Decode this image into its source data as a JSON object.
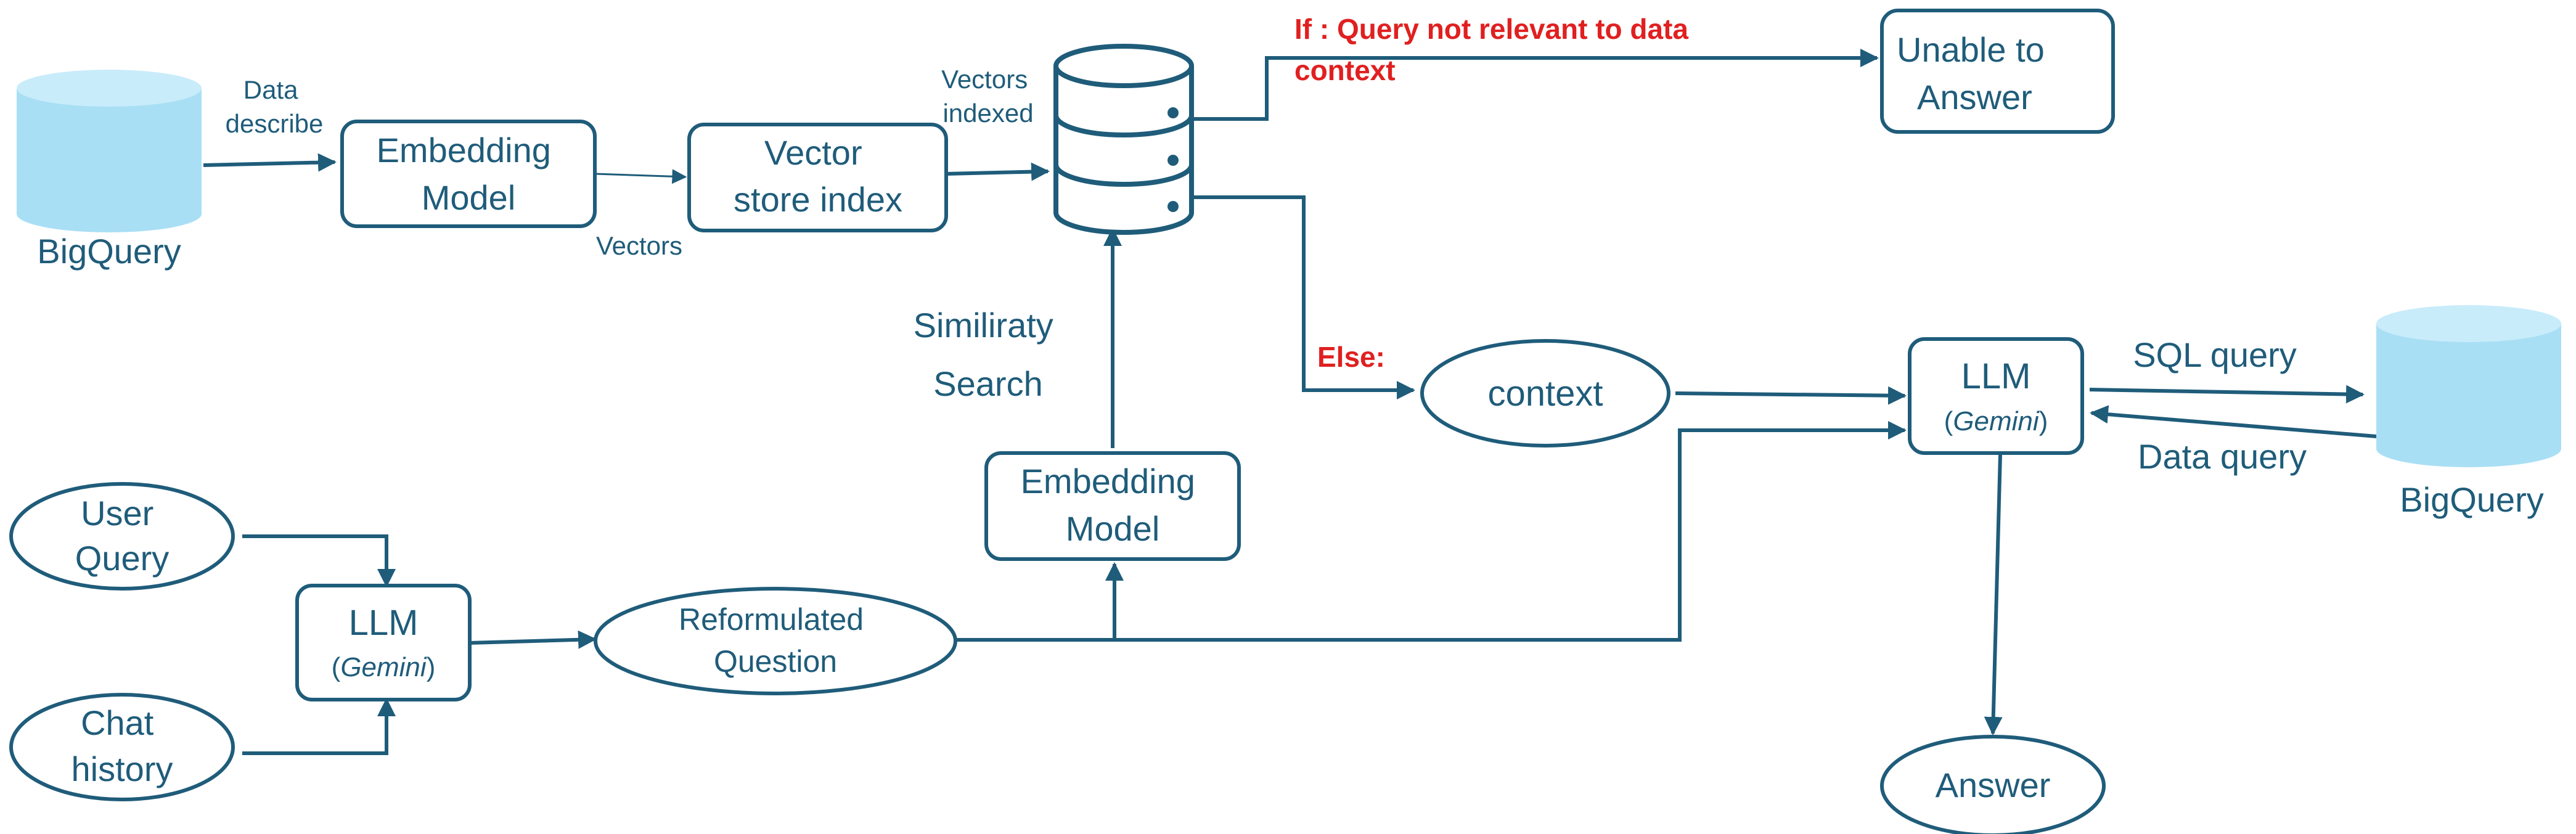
{
  "colors": {
    "primary": "#1f5c7a",
    "alert": "#e02020",
    "cylinder_fill": "#a9dff5",
    "cylinder_top": "#c9ecfa"
  },
  "nodes": {
    "bigquery_source": "BigQuery",
    "embedding_model_top": [
      "Embedding",
      "Model"
    ],
    "vector_store_index": [
      "Vector",
      "store index"
    ],
    "unable_to_answer": [
      "Unable to",
      "Answer"
    ],
    "context": "context",
    "llm_main": {
      "title": "LLM",
      "subtitle": "Gemini"
    },
    "bigquery_target": "BigQuery",
    "user_query": [
      "User",
      "Query"
    ],
    "chat_history": [
      "Chat",
      "history"
    ],
    "llm_reformulator": {
      "title": "LLM",
      "subtitle": "Gemini"
    },
    "reformulated_question": [
      "Reformulated",
      "Question"
    ],
    "embedding_model_bottom": [
      "Embedding",
      "Model"
    ],
    "answer": "Answer"
  },
  "edge_labels": {
    "data_describe": [
      "Data",
      "describe"
    ],
    "vectors": "Vectors",
    "vectors_indexed": [
      "Vectors",
      "indexed"
    ],
    "if_condition": [
      "If : Query not relevant to data",
      "context"
    ],
    "else_condition": "Else:",
    "similarity_search": [
      "Similiraty",
      "Search"
    ],
    "sql_query": "SQL query",
    "data_query": "Data query"
  }
}
